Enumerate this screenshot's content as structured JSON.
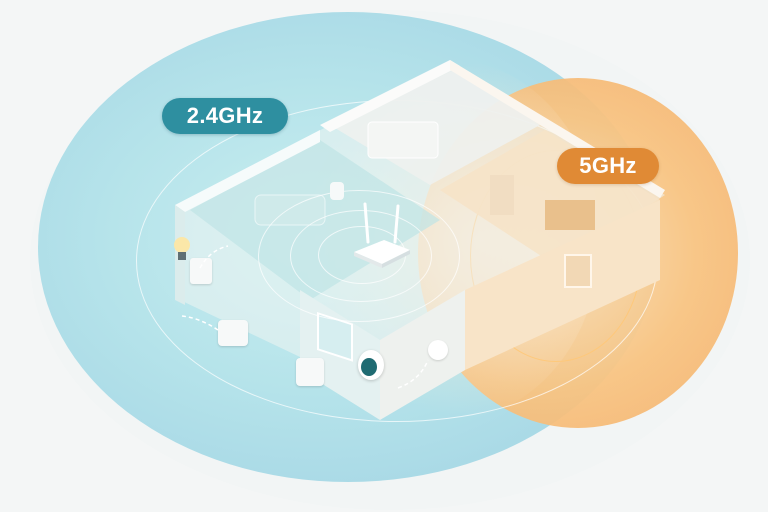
{
  "illustration": {
    "subject": "Dual-band Wi-Fi coverage in a home",
    "bands": [
      {
        "label": "2.4GHz",
        "color": "#2e8fa0",
        "zone_color": "#b5e3ea"
      },
      {
        "label": "5GHz",
        "color": "#e08a35",
        "zone_color": "#f8c482"
      }
    ],
    "devices": [
      {
        "name": "router",
        "icon": "router-icon"
      },
      {
        "name": "smart bulb",
        "icon": "lightbulb-icon"
      },
      {
        "name": "smart plug",
        "icon": "smart-plug-icon"
      },
      {
        "name": "smart plug",
        "icon": "smart-plug-icon"
      },
      {
        "name": "smart plug",
        "icon": "smart-plug-icon"
      },
      {
        "name": "security camera",
        "icon": "camera-icon"
      },
      {
        "name": "smoke detector",
        "icon": "smoke-detector-icon"
      },
      {
        "name": "smart speaker",
        "icon": "speaker-icon"
      }
    ]
  }
}
